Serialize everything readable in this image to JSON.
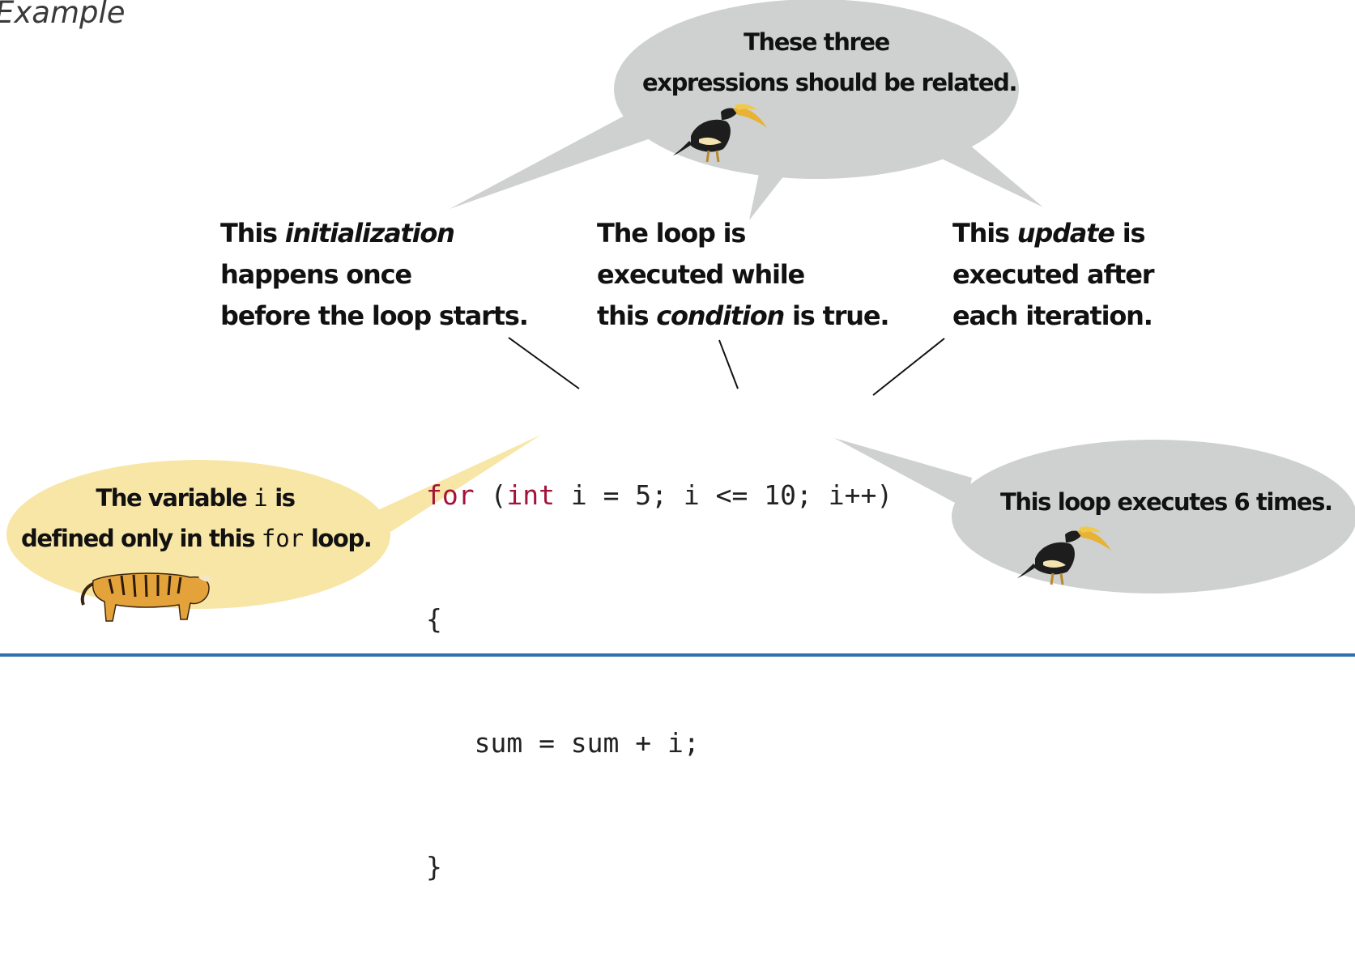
{
  "heading": "Example",
  "notes": {
    "initialization": {
      "prefix": "This ",
      "emph": "initialization",
      "line2": "happens once",
      "line3": "before the loop starts."
    },
    "condition": {
      "line1": "The loop is",
      "line2": "executed while",
      "prefix3": "this ",
      "emph": "condition",
      "suffix3": " is true."
    },
    "update": {
      "prefix": "This ",
      "emph": "update",
      "suffix": " is",
      "line2": "executed after",
      "line3": "each iteration."
    }
  },
  "bubbles": {
    "related": {
      "line1": "These three",
      "line2": "expressions should be related."
    },
    "times": {
      "text": "This loop executes 6 times."
    },
    "scope": {
      "line1a": "The variable ",
      "line1code": "i",
      "line1b": " is",
      "line2a": "defined only in this ",
      "line2code": "for",
      "line2b": " loop."
    }
  },
  "code": {
    "line1_kw1": "for",
    "line1_mid1": " (",
    "line1_kw2": "int",
    "line1_rest": " i = 5; i <= 10; i++)",
    "line2": "{",
    "line3": "   sum = sum + i;",
    "line4": "}"
  },
  "colors": {
    "gray_bubble": "#cfd1d1",
    "yellow_bubble": "#f8e6a6",
    "keyword": "#a3123a",
    "rule": "#2d6fb3"
  },
  "icons": [
    "hornbill-icon",
    "hornbill-icon",
    "tiger-icon"
  ]
}
